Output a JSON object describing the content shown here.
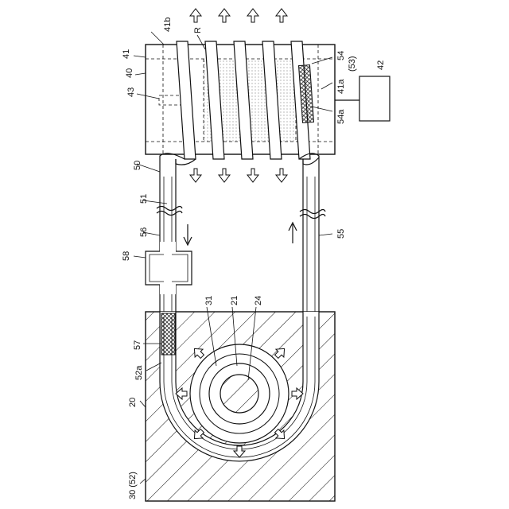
{
  "labels": {
    "l41b": "41b",
    "lR": "R",
    "l41": "41",
    "l40": "40",
    "l43": "43",
    "l54": "54",
    "l53": "(53)",
    "l41a": "41a",
    "l42": "42",
    "l54a": "54a",
    "l50": "50",
    "l51": "51",
    "l56": "56",
    "l55": "55",
    "l58": "58",
    "l31": "31",
    "l21": "21",
    "l24": "24",
    "l57": "57",
    "l52a": "52a",
    "l20": "20",
    "l30": "30 (52)"
  }
}
